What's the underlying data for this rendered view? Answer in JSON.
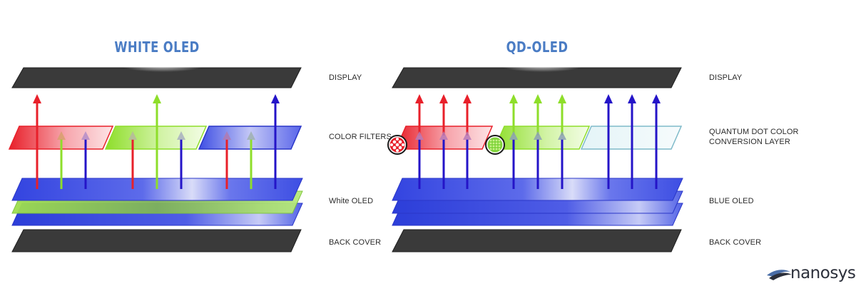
{
  "titles": {
    "left": "WHITE OLED",
    "right": "QD-OLED"
  },
  "left_labels": {
    "display": "DISPLAY",
    "color_filters": "COLOR FILTERS",
    "white_oled": "White OLED",
    "back_cover": "BACK COVER"
  },
  "right_labels": {
    "display": "DISPLAY",
    "qd_layer_line1": "QUANTUM DOT COLOR",
    "qd_layer_line2": "CONVERSION LAYER",
    "blue_oled": "BLUE OLED",
    "back_cover": "BACK COVER"
  },
  "logo": {
    "text": "nanosys"
  },
  "colors": {
    "title": "#4a7cc4",
    "red": "#e8202a",
    "green": "#8ede2a",
    "blue": "#2414c8",
    "display": "#3a3a3a",
    "oled_blue": "#3a4fe0",
    "oled_green": "#9fe04a"
  }
}
